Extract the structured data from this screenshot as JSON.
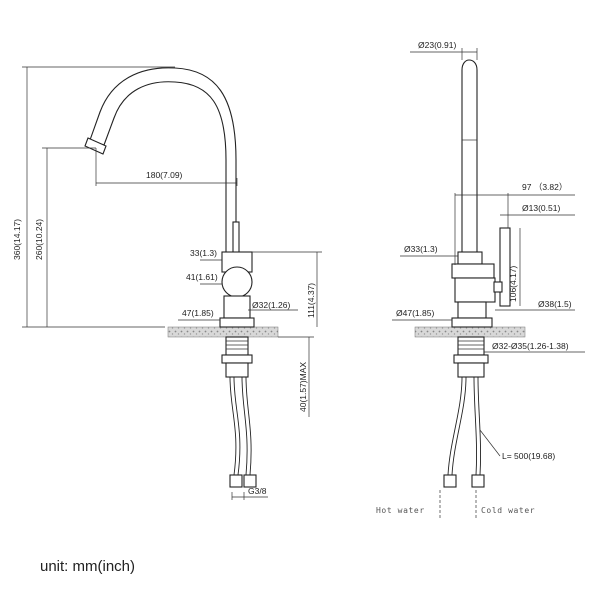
{
  "left_view": {
    "dims": {
      "total_height": "360(14.17)",
      "spout_height": "260(10.24)",
      "reach": "180(7.09)",
      "lever_dia": "33(1.3)",
      "body_dia": "41(1.61)",
      "flange_dia": "47(1.85)",
      "shank_dia": "Ø32(1.26)",
      "body_height": "111(4.37)",
      "max_thickness": "40(1.57)MAX",
      "thread": "G3/8"
    }
  },
  "right_view": {
    "dims": {
      "top_dia": "Ø23(0.91)",
      "handle_offset": "97 （3.82）",
      "handle_dia": "Ø13(0.51)",
      "lever_dia": "Ø33(1.3)",
      "handle_height": "106(4.17)",
      "body_dia": "Ø38(1.5)",
      "flange_dia": "Ø47(1.85)",
      "hole_range": "Ø32-Ø35(1.26-1.38)",
      "hose_length": "L= 500(19.68)"
    },
    "notes": {
      "hot": "Hot water",
      "cold": "Cold water"
    }
  },
  "unit_label": "unit: mm(inch)"
}
